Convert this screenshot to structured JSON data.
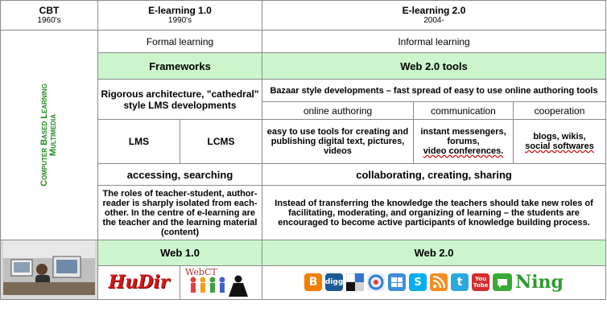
{
  "header": {
    "col1": {
      "title": "CBT",
      "sub": "1960's"
    },
    "col2": {
      "title": "E-learning 1.0",
      "sub": "1990's"
    },
    "col3": {
      "title": "E-learning 2.0",
      "sub": "2004-"
    }
  },
  "side_label": {
    "line1": "Computer Based Learning",
    "line2": "Multimedia"
  },
  "rows": {
    "learning": {
      "left": "Formal learning",
      "right": "Informal learning"
    },
    "frameworks": {
      "left": "Frameworks",
      "right": "Web 2.0 tools"
    },
    "architecture": {
      "left": "Rigorous architecture, \"cathedral\" style LMS developments",
      "right": "Bazaar style developments – fast spread of easy to use online authoring tools",
      "cat1": "online authoring",
      "cat2": "communication",
      "cat3": "cooperation"
    },
    "systems": {
      "lms": "LMS",
      "lcms": "LCMS",
      "authoring": "easy to use tools for creating and publishing digital text, pictures, videos",
      "communication_a": "instant messengers, forums,",
      "communication_b": "video conferences.",
      "cooperation_a": "blogs, wikis,",
      "cooperation_b": "social softwares"
    },
    "activity": {
      "left": "accessing, searching",
      "right": "collaborating, creating, sharing"
    },
    "roles": {
      "left": "The roles of teacher-student, author-reader is sharply isolated from each-other. In the centre of e-learning are the teacher and the learning material (content)",
      "right": "Instead of transferring the knowledge the teachers should take new roles of facilitating, moderating, and organizing of learning – the students are encouraged to become active participants of knowledge building process."
    },
    "web": {
      "left": "Web 1.0",
      "right": "Web 2.0"
    }
  },
  "logos": {
    "hudir": "HuDir",
    "webct": "WebCT",
    "ning": "Ning",
    "digg": "digg",
    "youtube_top": "You",
    "youtube_bottom": "Tube",
    "icons": [
      "blogger-icon",
      "digg-icon",
      "delicious-icon",
      "picasa-icon",
      "flickr-icon",
      "skype-icon",
      "rss-icon",
      "twitter-icon",
      "youtube-icon",
      "ning-icon"
    ]
  },
  "colors": {
    "green_fill": "#ccf5cc",
    "side_text": "#1f8c1f"
  }
}
